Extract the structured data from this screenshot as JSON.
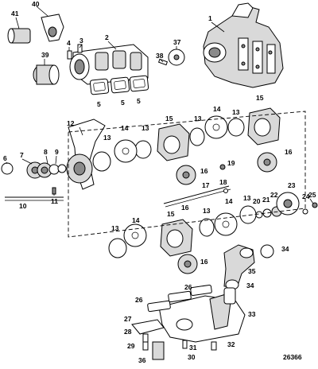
{
  "figure_number": "26366",
  "callouts": [
    "1",
    "2",
    "3",
    "4",
    "5",
    "5",
    "5",
    "6",
    "7",
    "8",
    "9",
    "10",
    "11",
    "12",
    "13",
    "13",
    "13",
    "13",
    "13",
    "13",
    "13",
    "14",
    "14",
    "14",
    "14",
    "15",
    "15",
    "15",
    "16",
    "16",
    "16",
    "16",
    "17",
    "18",
    "19",
    "20",
    "21",
    "22",
    "23",
    "24",
    "25",
    "26",
    "26",
    "27",
    "28",
    "29",
    "30",
    "31",
    "32",
    "33",
    "34",
    "34",
    "35",
    "36",
    "37",
    "38",
    "39",
    "40",
    "41"
  ]
}
